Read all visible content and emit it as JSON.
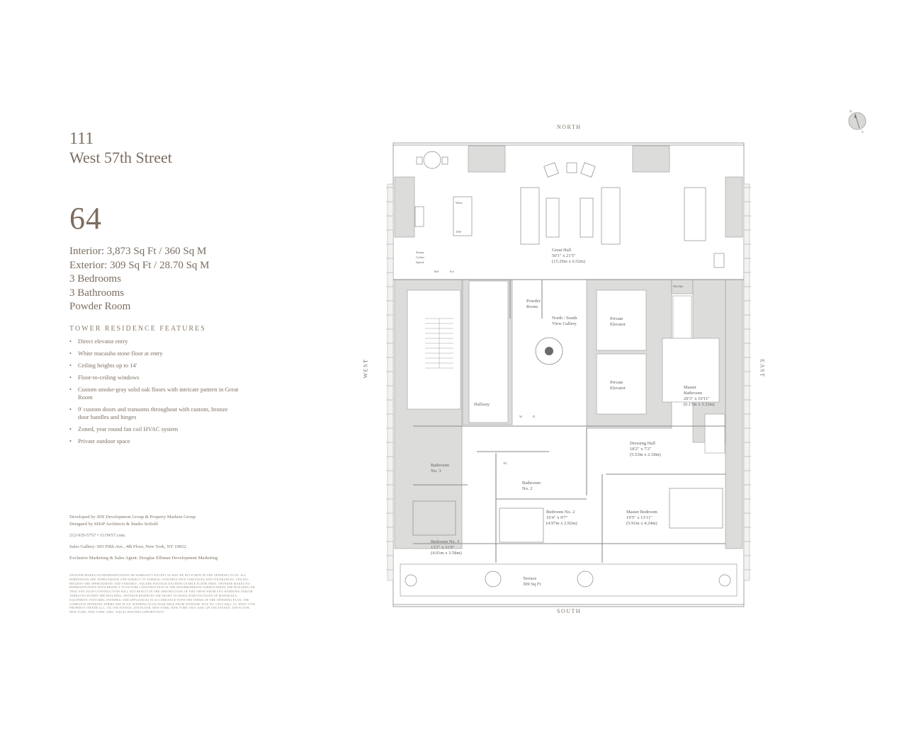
{
  "building": {
    "line1": "111",
    "line2": "West 57th Street"
  },
  "unit_number": "64",
  "specs": [
    "Interior: 3,873 Sq Ft / 360 Sq M",
    "Exterior: 309 Sq Ft / 28.70 Sq M",
    "3 Bedrooms",
    "3 Bathrooms",
    "Powder Room"
  ],
  "features": {
    "heading": "TOWER RESIDENCE FEATURES",
    "items": [
      "Direct elevator entry",
      "White macauba stone floor at entry",
      "Ceiling heights up to 14'",
      "Floor-to-ceiling windows",
      "Custom smoke-gray solid oak floors with intricate pattern in Great Room",
      "9' custom doors and transoms throughout with custom, bronze door handles and hinges",
      "Zoned, year round fan coil HVAC system",
      "Private outdoor space"
    ]
  },
  "credits": {
    "developer": "Developed by JDS Development Group & Property Markets Group",
    "designer": "Designed by SHoP Architects & Studio Sofield",
    "contact": "212-935-5757  •  111W57.com",
    "gallery": "Sales Gallery: 693 Fifth Ave., 4th Floor, New York, NY 10022",
    "agent": "Exclusive Marketing & Sales Agent: Douglas Elliman Development Marketing"
  },
  "legal": "SPONSOR MAKES NO REPRESENTATION OR WARRANTY EXCEPT AS MAY BE SET FORTH IN THE OFFERING PLAN. ALL DIMENSIONS ARE APPROXIMATE AND SUBJECT TO NORMAL CONSTRUCTION VARIANCES AND TOLERANCES. CEILING HEIGHTS ARE APPROXIMATE AND VARIABLE. SQUARE FOOTAGE EXCEEDS USABLE FLOOR AREA. SPONSOR MAKES NO REPRESENTATION WITH RESPECT TO FUTURE CONSTRUCTION IN THE NEIGHBORHOOD SURROUNDING THE BUILDING OR THAT ANY SUCH CONSTRUCTION WILL NOT RESULT IN THE OBSTRUCTION OF THE VIEWS FROM ANY WINDOWS AND/OR TERRACES WITHIN THE BUILDING. SPONSOR RESERVES THE RIGHT TO MAKE SUBSTITUTIONS OF MATERIALS, EQUIPMENT, FIXTURES, FINISHES, AND APPLIANCES IN ACCORDANCE WITH THE TERMS OF THE OFFERING PLAN. THE COMPLETE OFFERING TERMS ARE IN AN OFFERING PLAN AVAILABLE FROM SPONSOR. FILE NO. CD15-0444. 111 WEST 57TH PROPERTY OWNER LLC, 104 5TH AVENUE, 4TH FLOOR, NEW YORK, NEW YORK 10011 AND 229 5TH AVENUE, 4TH FLOOR, NEW YORK, NEW YORK 10001. EQUAL HOUSING OPPORTUNITY.",
  "compass": {
    "north": "N",
    "south": "S"
  },
  "directions": {
    "north": "NORTH",
    "south": "SOUTH",
    "west": "WEST",
    "east": "EAST"
  },
  "rooms": {
    "great_hall": {
      "name": "Great Hall",
      "dim_ft": "50'1\" x 21'5\"",
      "dim_m": "(15.26m x 6.52m)"
    },
    "powder_room": {
      "l1": "Powder",
      "l2": "Room"
    },
    "gallery": {
      "l1": "North / South",
      "l2": "View Gallery"
    },
    "private_elevator_1": {
      "l1": "Private",
      "l2": "Elevator"
    },
    "private_elevator_2": {
      "l1": "Private",
      "l2": "Elevator"
    },
    "hallway": "Hallway",
    "master_bathroom": {
      "l1": "Master",
      "l2": "Bathroom",
      "dim_ft": "20'3\" x 10'11\"",
      "dim_m": "(6.17m x 3.32m)"
    },
    "dressing_hall": {
      "name": "Dressing Hall",
      "dim_ft": "18'2\" x 7'2\"",
      "dim_m": "(5.53m x 2.18m)"
    },
    "bathroom_3": {
      "l1": "Bathroom",
      "l2": "No. 3"
    },
    "bathroom_2": {
      "l1": "Bathroom",
      "l2": "No. 2"
    },
    "bedroom_2": {
      "name": "Bedroom No. 2",
      "dim_ft": "16'4\" x 9'7\"",
      "dim_m": "(4.97m x 2.92m)"
    },
    "master_bedroom": {
      "name": "Master Bedroom",
      "dim_ft": "19'5\" x 13'11\"",
      "dim_m": "(5.91m x 4.24m)"
    },
    "bedroom_3": {
      "name": "Bedroom No. 3",
      "dim_ft": "13'2\" x 11'9\"",
      "dim_m": "(4.01m x 3.58m)"
    },
    "terrace": {
      "name": "Terrace",
      "area": "309 Sq Ft"
    }
  },
  "fixtures": {
    "wine": "Wine",
    "dw": "DW",
    "steam_coffee": {
      "l1": "Steam",
      "l2": "Coffee",
      "l3": "Speed"
    },
    "ref": "Ref",
    "frz": "Frz",
    "wet_bar": "Wet Bar",
    "w": "W",
    "d": "D",
    "av": "AV"
  },
  "colors": {
    "text": "#7a6c5f",
    "wall": "#dcdcda",
    "line": "#8a8a88"
  }
}
